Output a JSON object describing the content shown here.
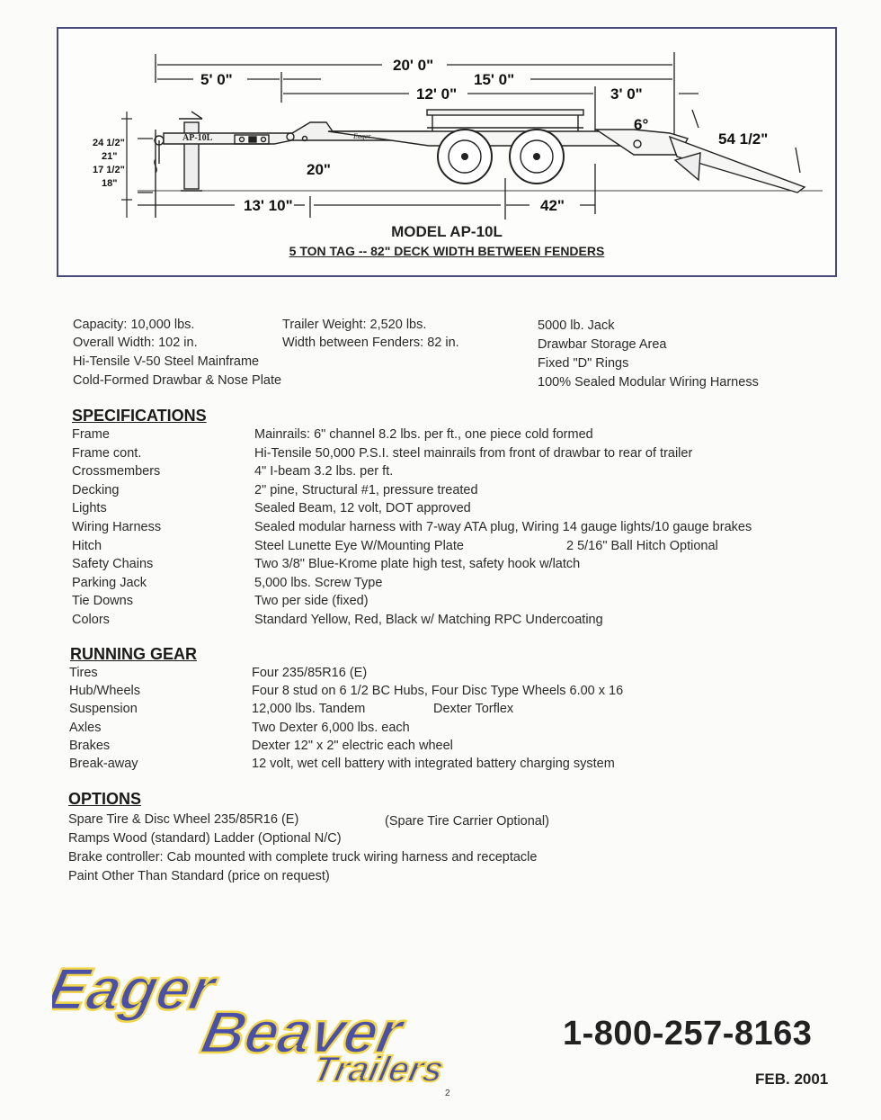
{
  "diagram": {
    "dims": {
      "overall": "20' 0\"",
      "front": "5' 0\"",
      "rear": "15' 0\"",
      "deck": "12' 0\"",
      "tail": "3' 0\"",
      "angle": "6°",
      "ramp": "54 1/2\"",
      "hitch_heights": [
        "24 1/2\"",
        "21\"",
        "17 1/2\"",
        "18\""
      ],
      "deck_height": "20\"",
      "to_axle": "13' 10\"",
      "axle_spread": "42\""
    },
    "tongue_label": "AP-10L",
    "model": "MODEL AP-10L",
    "subtitle": "5 TON TAG -- 82\" DECK WIDTH BETWEEN FENDERS"
  },
  "features": {
    "col1": [
      "Capacity:  10,000 lbs.",
      "Overall Width:  102 in.",
      "Hi-Tensile V-50 Steel Mainframe",
      "Cold-Formed Drawbar & Nose Plate"
    ],
    "col2": [
      "Trailer Weight:  2,520 lbs.",
      "Width between Fenders:  82 in."
    ],
    "col3": [
      "5000 lb. Jack",
      "Drawbar Storage Area",
      "Fixed \"D\" Rings",
      "100% Sealed Modular Wiring Harness"
    ]
  },
  "specifications": {
    "heading": "SPECIFICATIONS",
    "rows": [
      {
        "label": "Frame",
        "value": "Mainrails:  6\" channel 8.2 lbs. per ft., one piece cold formed",
        "extra": ""
      },
      {
        "label": "Frame cont.",
        "value": "Hi-Tensile 50,000 P.S.I. steel mainrails from front of drawbar to rear of trailer",
        "extra": ""
      },
      {
        "label": "Crossmembers",
        "value": "4\" I-beam 3.2 lbs. per ft.",
        "extra": ""
      },
      {
        "label": "Decking",
        "value": " 2\" pine, Structural #1, pressure treated",
        "extra": ""
      },
      {
        "label": "Lights",
        "value": "Sealed Beam, 12 volt, DOT approved",
        "extra": ""
      },
      {
        "label": "Wiring Harness",
        "value": "Sealed modular harness with 7-way ATA plug, Wiring 14 gauge lights/10 gauge brakes",
        "extra": ""
      },
      {
        "label": "Hitch",
        "value": "Steel Lunette Eye W/Mounting Plate",
        "extra": "2 5/16\" Ball Hitch Optional"
      },
      {
        "label": "Safety Chains",
        "value": "Two 3/8\" Blue-Krome plate high test, safety hook w/latch",
        "extra": ""
      },
      {
        "label": "Parking Jack",
        "value": "5,000 lbs. Screw Type",
        "extra": ""
      },
      {
        "label": "Tie Downs",
        "value": "Two per side (fixed)",
        "extra": ""
      },
      {
        "label": "Colors",
        "value": "Standard Yellow, Red, Black w/ Matching RPC Undercoating",
        "extra": ""
      }
    ]
  },
  "running_gear": {
    "heading": "RUNNING GEAR",
    "rows": [
      {
        "label": "Tires",
        "value": "Four 235/85R16 (E)",
        "extra": ""
      },
      {
        "label": "Hub/Wheels",
        "value": "Four 8 stud on 6 1/2 BC Hubs, Four Disc Type Wheels 6.00 x 16",
        "extra": ""
      },
      {
        "label": "Suspension",
        "value": "12,000 lbs. Tandem",
        "extra": "Dexter Torflex"
      },
      {
        "label": "Axles",
        "value": "Two Dexter 6,000 lbs. each",
        "extra": ""
      },
      {
        "label": "Brakes",
        "value": "Dexter 12\" x 2\" electric each wheel",
        "extra": ""
      },
      {
        "label": "Break-away",
        "value": "12 volt, wet cell battery with integrated battery charging system",
        "extra": ""
      }
    ]
  },
  "options": {
    "heading": "OPTIONS",
    "lines": [
      {
        "text": "Spare Tire & Disc Wheel 235/85R16 (E)",
        "extra": "(Spare Tire Carrier Optional)"
      },
      {
        "text": "Ramps      Wood (standard)   Ladder (Optional N/C)",
        "extra": ""
      },
      {
        "text": "Brake controller:  Cab mounted with complete truck wiring harness and receptacle",
        "extra": ""
      },
      {
        "text": "Paint Other Than Standard  (price on request)",
        "extra": ""
      }
    ]
  },
  "footer": {
    "logo_line1": "Eager",
    "logo_line2": "Beaver",
    "logo_line3": "Trailers",
    "phone": "1-800-257-8163",
    "date": "FEB. 2001",
    "page": "2"
  }
}
